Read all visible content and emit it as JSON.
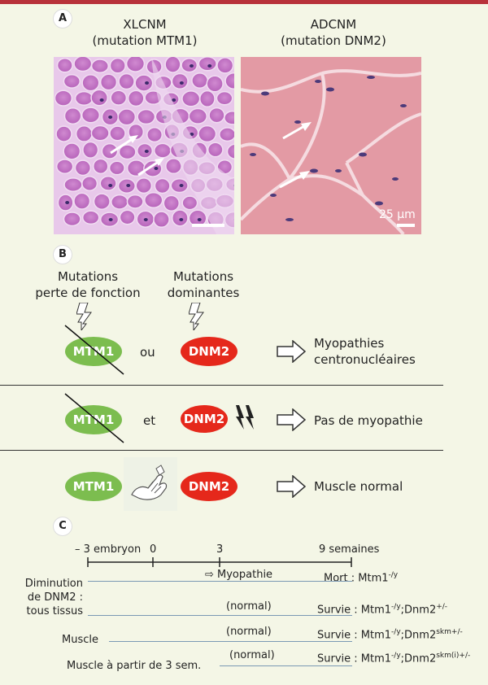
{
  "panelA": {
    "badge": "A",
    "left_caption": [
      "XLCNM",
      "(mutation MTM1)"
    ],
    "right_caption": [
      "ADCNM",
      "(mutation DNM2)"
    ],
    "scale_label": "25 µm"
  },
  "panelB": {
    "badge": "B",
    "top_label_left": [
      "Mutations",
      "perte de fonction"
    ],
    "top_label_right": [
      "Mutations",
      "dominantes"
    ],
    "rows": [
      {
        "left": "MTM1",
        "conj": "ou",
        "right": "DNM2",
        "result": [
          "Myopathies",
          "centronucléaires"
        ]
      },
      {
        "left": "MTM1",
        "conj": "et",
        "right": "DNM2",
        "result": [
          "Pas de myopathie"
        ]
      },
      {
        "left": "MTM1",
        "conj": "",
        "right": "DNM2",
        "result": [
          "Muscle normal"
        ]
      }
    ]
  },
  "panelC": {
    "badge": "C",
    "ticks": [
      "– 3 embryon",
      "0",
      "3",
      "9 semaines"
    ],
    "rows": [
      {
        "label": [
          "Diminution",
          "de DNM2 :",
          "tous tissus"
        ],
        "mid": "⇨ Myopathie",
        "right_prefix": "Mort : Mtm1",
        "right_sup": "-/y",
        "right_rest": "",
        "right_sup2": ""
      },
      {
        "label": [],
        "mid": "(normal)",
        "right_prefix": "Survie : Mtm1",
        "right_sup": "-/y",
        "right_rest": ";Dnm2",
        "right_sup2": "+/-"
      },
      {
        "label": [
          "Muscle"
        ],
        "mid": "(normal)",
        "right_prefix": "Survie : Mtm1",
        "right_sup": "-/y",
        "right_rest": ";Dnm2",
        "right_sup2": "skm+/-"
      },
      {
        "label": [
          "Muscle à partir de 3 sem."
        ],
        "mid": "(normal)",
        "right_prefix": "Survie : Mtm1",
        "right_sup": "-/y",
        "right_rest": ";Dnm2",
        "right_sup2": "skm(i)+/-"
      }
    ]
  },
  "colors": {
    "mtm1": "#7cbd4f",
    "dnm2": "#e5281b",
    "accent": "#b8323a",
    "timeline": "#7b99b4"
  },
  "icons": [
    "lightning-icon",
    "handshake-icon",
    "arrow-right-icon"
  ]
}
